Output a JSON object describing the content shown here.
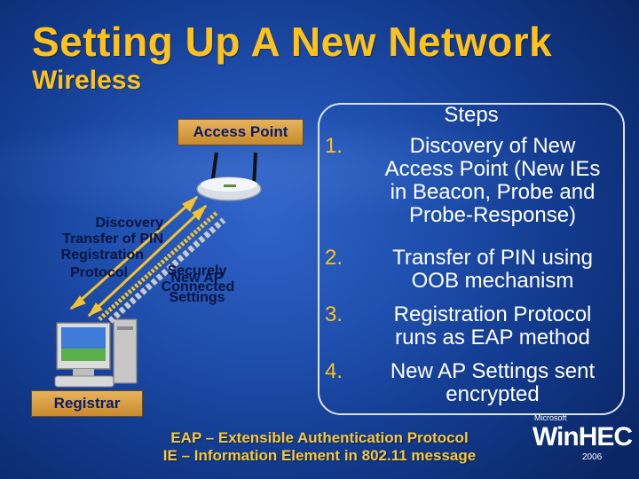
{
  "slide": {
    "title": "Setting Up A New Network",
    "subtitle": "Wireless"
  },
  "diagram": {
    "access_point_label": "Access Point",
    "registrar_label": "Registrar",
    "left_labels": [
      "Discovery",
      "Transfer of PIN",
      "Registration",
      "Protocol"
    ],
    "middle_labels": [
      "Securely",
      "New AP",
      "Connected",
      "Settings"
    ]
  },
  "steps": {
    "title": "Steps",
    "items": [
      {
        "num": "1.",
        "lines": [
          "Discovery of New",
          "Access Point (New IEs",
          "in Beacon, Probe and",
          "Probe-Response)"
        ]
      },
      {
        "num": "2.",
        "lines": [
          "Transfer of PIN using",
          "OOB mechanism"
        ]
      },
      {
        "num": "3.",
        "lines": [
          "Registration Protocol",
          "runs as EAP method"
        ]
      },
      {
        "num": "4.",
        "lines": [
          "New AP Settings sent",
          "encrypted"
        ]
      }
    ]
  },
  "footnotes": [
    "EAP – Extensible Authentication Protocol",
    "IE – Information Element in 802.11 message"
  ],
  "logo": {
    "company": "Microsoft",
    "name": "WinHEC",
    "year": "2006"
  },
  "colors": {
    "title": "#ffc21a",
    "label_box": "#d9a04a",
    "arrow": "#f2c230",
    "text_white": "#ffffff"
  }
}
